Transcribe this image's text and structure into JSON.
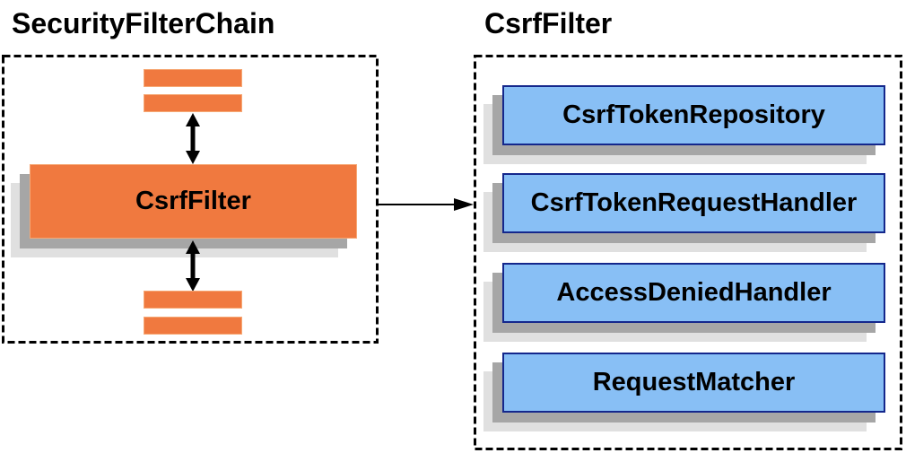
{
  "left_panel": {
    "title": "SecurityFilterChain",
    "filter_label": "CsrfFilter"
  },
  "right_panel": {
    "title": "CsrfFilter",
    "components": [
      "CsrfTokenRepository",
      "CsrfTokenRequestHandler",
      "AccessDeniedHandler",
      "RequestMatcher"
    ]
  },
  "icons": {
    "bidirectional_arrow": "↕",
    "flow_arrow": "→"
  },
  "colors": {
    "filter_orange": "#F0793F",
    "component_blue_fill": "#88BFF5",
    "component_blue_border": "#14278C",
    "shadow_dark": "#A6A6A6",
    "shadow_light": "#E0E0E0",
    "outline_black": "#000000"
  }
}
